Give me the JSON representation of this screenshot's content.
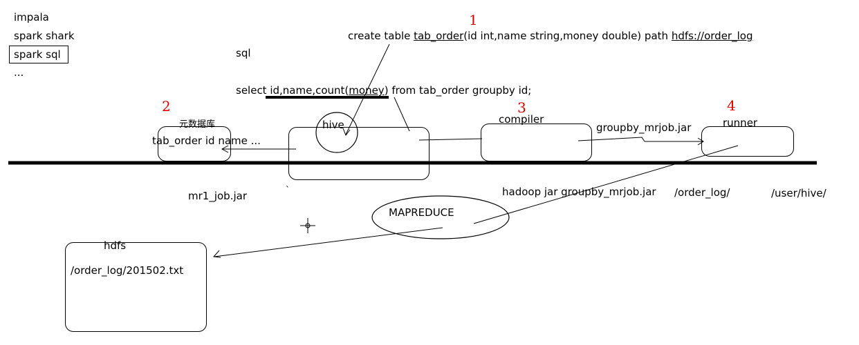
{
  "sql_engines": {
    "items": [
      "impala",
      "spark shark",
      "spark sql",
      "..."
    ],
    "highlighted": "spark sql"
  },
  "labels": {
    "sql": "sql",
    "select_stmt": {
      "pre": "select ",
      "cols": "id,name,count(",
      "money": "money",
      "post_paren": ")",
      "rest": " from tab_order groupby id;"
    },
    "create_stmt": {
      "pre": "create table ",
      "table": "tab_order",
      "schema": "(id int,name string,money double) path ",
      "path": "hdfs://order_log"
    },
    "metastore_title": "元数据库",
    "metastore_content": "tab_order id name ...",
    "hive": "hive",
    "compiler": "compiler",
    "jar_name": "groupby_mrjob.jar",
    "runner": "runner",
    "mr1_job": "mr1_job.jar",
    "hadoop_cmd": "hadoop jar groupby_mrjob.jar",
    "order_log_dir": "/order_log/",
    "user_hive_dir": "/user/hive/",
    "mapreduce": "MAPREDUCE",
    "hdfs_title": "hdfs",
    "hdfs_file": "/order_log/201502.txt",
    "tick": "`"
  },
  "step_numbers": [
    "1",
    "2",
    "3",
    "4"
  ],
  "colors": {
    "step_number": "#e00000",
    "ink": "#000000"
  }
}
